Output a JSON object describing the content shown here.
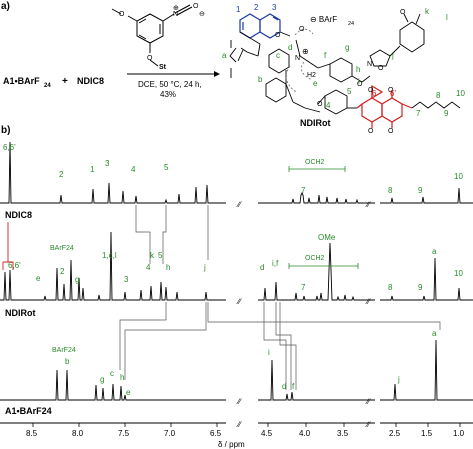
{
  "panels": {
    "a": "a)",
    "b": "b)"
  },
  "reaction": {
    "reactant_main": "A1•BArF",
    "reactant_main_sub": "24",
    "plus": "+",
    "reagent": "NDIC8",
    "conditions_line1": "DCE, 50 °C, 24 h,",
    "conditions_line2": "43%",
    "product": "NDIRot",
    "nitrile_oxide_charge_plus": "⊕",
    "nitrile_oxide_charge_minus": "⊖",
    "stopper_label": "St",
    "counterion": "⊖ BArF",
    "counterion_sub": "24",
    "ammonium_plus": "⊕",
    "nh2": "H2",
    "atom_labels": {
      "blue": [
        "1",
        "2",
        "3"
      ],
      "green": [
        "a",
        "b",
        "c",
        "d",
        "e",
        "f",
        "g",
        "h",
        "i",
        "j",
        "k",
        "l",
        "4",
        "5",
        "6",
        "6'",
        "7",
        "8",
        "9",
        "10"
      ]
    },
    "heteroatoms": [
      "O",
      "O",
      "N",
      "O",
      "O",
      "O",
      "O",
      "O",
      "N",
      "N",
      "O",
      "O",
      "O",
      "O",
      "O",
      "O"
    ],
    "colors": {
      "ring_blue": "#1b3aa8",
      "ndi_red": "#d21f1f",
      "label_green": "#2a8a2a"
    }
  },
  "spectra": {
    "traces": [
      {
        "name": "NDIC8",
        "labels": [
          "6,6'",
          "2",
          "1",
          "3",
          "4",
          "5",
          "OCH2",
          "7",
          "8",
          "9",
          "10"
        ]
      },
      {
        "name": "NDIRot",
        "labels": [
          "6,6'",
          "e",
          "2",
          "BArF24",
          "1,c,l",
          "g",
          "3",
          "k",
          "4",
          "5",
          "h",
          "j",
          "d",
          "i,f",
          "OMe",
          "OCH2",
          "7",
          "8",
          "9",
          "a",
          "10"
        ]
      },
      {
        "name": "A1•BArF24",
        "labels": [
          "BArF24",
          "b",
          "g",
          "c",
          "h",
          "e",
          "i",
          "d",
          "f",
          "j",
          "a"
        ]
      }
    ],
    "x_axis": {
      "ticks": [
        "8.5",
        "8.0",
        "7.5",
        "7.0",
        "6.5",
        "4.5",
        "4.0",
        "3.5",
        "2.5",
        "1.5",
        "1.0"
      ],
      "label": "δ / ppm"
    }
  }
}
